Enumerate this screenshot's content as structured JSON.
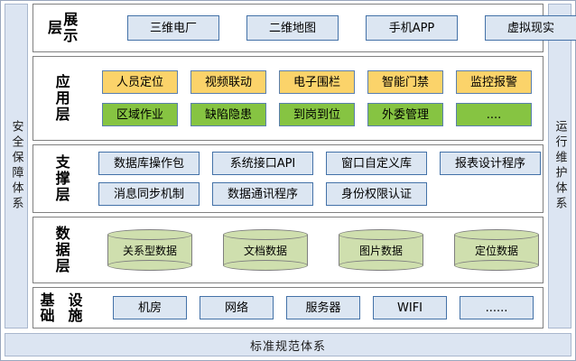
{
  "diagram": {
    "title_bottom": "标准规范体系",
    "pillar_left": "安全保障体系",
    "pillar_right": "运行维护体系",
    "colors": {
      "blue_fill": "#dce6f2",
      "blue_border": "#4472a8",
      "orange_fill": "#fbd36a",
      "green_fill": "#86c442",
      "cylinder_fill": "#cfdfae",
      "pillar_fill": "#dce5f2",
      "layer_border": "#808080"
    }
  },
  "layers": [
    {
      "id": "presentation",
      "label": "展示层",
      "label_lines": [
        "展",
        "示",
        "层"
      ],
      "rows": [
        {
          "style": "blue",
          "items": [
            "三维电厂",
            "二维地图",
            "手机APP",
            "虚拟现实"
          ]
        }
      ]
    },
    {
      "id": "application",
      "label": "应用层",
      "label_lines": [
        "应",
        "用",
        "层"
      ],
      "rows": [
        {
          "style": "orange",
          "items": [
            "人员定位",
            "视频联动",
            "电子围栏",
            "智能门禁",
            "监控报警"
          ]
        },
        {
          "style": "green",
          "items": [
            "区域作业",
            "缺陷隐患",
            "到岗到位",
            "外委管理",
            "...."
          ]
        }
      ]
    },
    {
      "id": "support",
      "label": "支撑层",
      "label_lines": [
        "支",
        "撑",
        "层"
      ],
      "rows": [
        {
          "style": "blue",
          "items": [
            "数据库操作包",
            "系统接口API",
            "窗口自定义库",
            "报表设计程序"
          ]
        },
        {
          "style": "blue",
          "items": [
            "消息同步机制",
            "数据通讯程序",
            "身份权限认证"
          ]
        }
      ]
    },
    {
      "id": "data",
      "label": "数据层",
      "label_lines": [
        "数",
        "据",
        "层"
      ],
      "rows": [
        {
          "style": "cylinder",
          "items": [
            "关系型数据",
            "文档数据",
            "图片数据",
            "定位数据"
          ]
        }
      ]
    },
    {
      "id": "infrastructure",
      "label": "基础设施",
      "label_lines": [
        "基础",
        "设施"
      ],
      "rows": [
        {
          "style": "blue",
          "items": [
            "机房",
            "网络",
            "服务器",
            "WIFI",
            "......"
          ]
        }
      ]
    }
  ]
}
